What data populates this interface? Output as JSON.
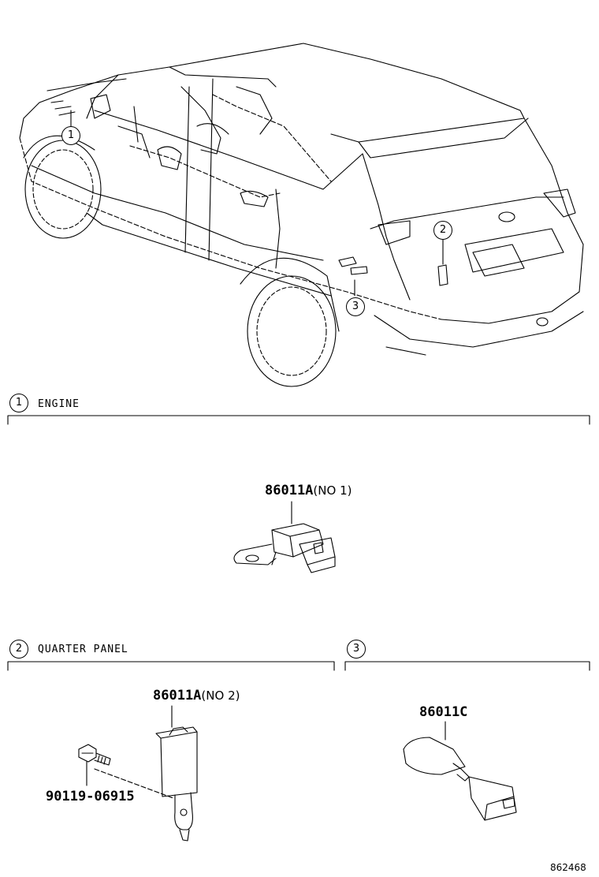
{
  "callouts": [
    "1",
    "2",
    "3"
  ],
  "sections": [
    {
      "num": "1",
      "title": "ENGINE"
    },
    {
      "num": "2",
      "title": "QUARTER PANEL"
    },
    {
      "num": "3",
      "title": ""
    }
  ],
  "parts": {
    "p1": {
      "code": "86011A",
      "note": "(NO 1)"
    },
    "p2": {
      "code": "86011A",
      "note": "(NO 2)"
    },
    "p3": {
      "code": "86011C",
      "note": ""
    },
    "bolt": {
      "code": "90119-06915"
    }
  },
  "ref_number": "862468"
}
